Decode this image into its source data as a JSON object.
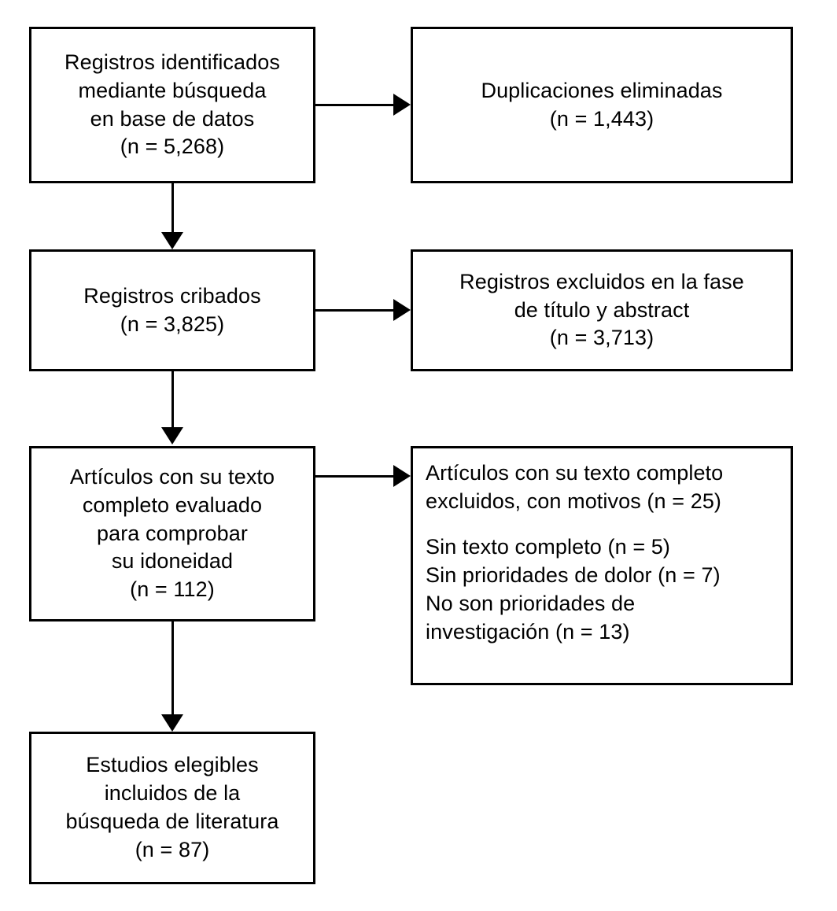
{
  "diagram": {
    "type": "prisma-flow-diagram",
    "language": "es",
    "background_color": "#ffffff",
    "border_color": "#000000",
    "text_color": "#000000",
    "nodes": [
      {
        "id": "records-identified",
        "name": "records-identified-box",
        "text": "Registros identificados\nmediante búsqueda\nen base de datos\n(n = 5,268)",
        "count_label": "(n = 5,268)",
        "count": 5268,
        "align": "center"
      },
      {
        "id": "duplicates-removed",
        "name": "duplicates-removed-box",
        "text": "Duplicaciones eliminadas\n(n = 1,443)",
        "count_label": "(n = 1,443)",
        "count": 1443,
        "align": "center"
      },
      {
        "id": "records-screened",
        "name": "records-screened-box",
        "text": "Registros cribados\n(n = 3,825)",
        "count_label": "(n = 3,825)",
        "count": 3825,
        "align": "center"
      },
      {
        "id": "records-excluded",
        "name": "records-excluded-box",
        "text": "Registros excluidos en la fase\nde título y abstract\n(n = 3,713)",
        "count_label": "(n = 3,713)",
        "count": 3713,
        "align": "center"
      },
      {
        "id": "fulltext-assessed",
        "name": "fulltext-assessed-box",
        "text": "Artículos con su texto\ncompleto evaluado\npara comprobar\nsu idoneidad\n(n = 112)",
        "count_label": "(n = 112)",
        "count": 112,
        "align": "center"
      },
      {
        "id": "fulltext-excluded",
        "name": "fulltext-excluded-box",
        "header": "Artículos con su texto completo\nexcluidos, con motivos (n = 25)",
        "reasons": "Sin texto completo (n = 5)\nSin prioridades de dolor (n = 7)\nNo son prioridades de\ninvestigación (n = 13)",
        "count": 25,
        "align": "left",
        "reason_items": [
          {
            "label": "Sin texto completo (n = 5)",
            "count": 5
          },
          {
            "label": "Sin prioridades de dolor (n = 7)",
            "count": 7
          },
          {
            "label": "No son prioridades de investigación (n = 13)",
            "count": 13
          }
        ]
      },
      {
        "id": "studies-included",
        "name": "studies-included-box",
        "text": "Estudios elegibles\nincluidos de la\nbúsqueda de literatura\n(n = 87)",
        "count_label": "(n = 87)",
        "count": 87,
        "align": "center"
      }
    ],
    "connectors": [
      {
        "id": "c1",
        "from": "records-identified",
        "to": "duplicates-removed",
        "direction": "right"
      },
      {
        "id": "c2",
        "from": "records-identified",
        "to": "records-screened",
        "direction": "down"
      },
      {
        "id": "c3",
        "from": "records-screened",
        "to": "records-excluded",
        "direction": "right"
      },
      {
        "id": "c4",
        "from": "records-screened",
        "to": "fulltext-assessed",
        "direction": "down"
      },
      {
        "id": "c5",
        "from": "fulltext-assessed",
        "to": "fulltext-excluded",
        "direction": "right"
      },
      {
        "id": "c6",
        "from": "fulltext-assessed",
        "to": "studies-included",
        "direction": "down"
      }
    ]
  }
}
